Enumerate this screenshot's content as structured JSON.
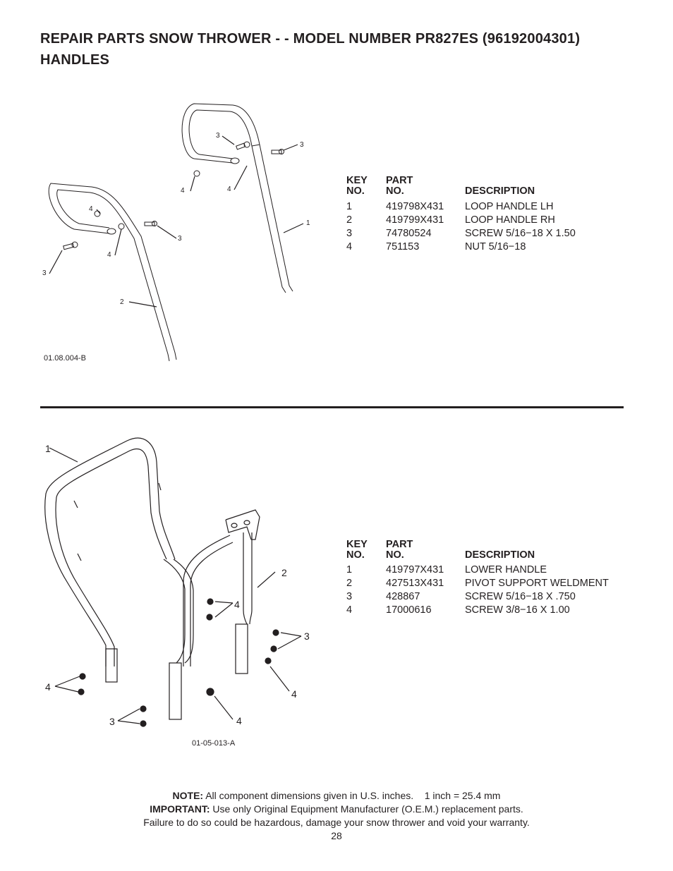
{
  "title": {
    "line1": "REPAIR PARTS  SNOW THROWER - - MODEL NUMBER  PR827ES (96192004301)",
    "line2": "HANDLES"
  },
  "section1": {
    "diagram_code": "01.08.004-B",
    "callouts": [
      "1",
      "2",
      "3",
      "3",
      "3",
      "3",
      "4",
      "4",
      "4",
      "4"
    ],
    "headers": {
      "key1": "KEY",
      "key2": "NO.",
      "part1": "PART",
      "part2": "NO.",
      "desc": "DESCRIPTION"
    },
    "rows": [
      {
        "key": "1",
        "part": "419798X431",
        "desc": "LOOP HANDLE LH"
      },
      {
        "key": "2",
        "part": "419799X431",
        "desc": "LOOP HANDLE RH"
      },
      {
        "key": "3",
        "part": "74780524",
        "desc": "SCREW 5/16−18 X 1.50"
      },
      {
        "key": "4",
        "part": "751153",
        "desc": "NUT 5/16−18"
      }
    ]
  },
  "section2": {
    "diagram_code": "01-05-013-A",
    "callouts": [
      "1",
      "2",
      "3",
      "3",
      "4",
      "4",
      "4",
      "4"
    ],
    "headers": {
      "key1": "KEY",
      "key2": "NO.",
      "part1": "PART",
      "part2": "NO.",
      "desc": "DESCRIPTION"
    },
    "rows": [
      {
        "key": "1",
        "part": "419797X431",
        "desc": "LOWER HANDLE"
      },
      {
        "key": "2",
        "part": "427513X431",
        "desc": "PIVOT SUPPORT WELDMENT"
      },
      {
        "key": "3",
        "part": "428867",
        "desc": "SCREW 5/16−18 X .750"
      },
      {
        "key": "4",
        "part": "17000616",
        "desc": "SCREW 3/8−16 X 1.00"
      }
    ]
  },
  "footer": {
    "note_label": "NOTE:",
    "note_text": "All component dimensions given in U.S. inches.    1 inch = 25.4 mm",
    "important_label": "IMPORTANT:",
    "important_text": "Use only Original Equipment Manufacturer (O.E.M.) replacement parts.",
    "warning": "Failure to do so could be hazardous, damage your snow thrower and void your warranty.",
    "page_number": "28"
  }
}
